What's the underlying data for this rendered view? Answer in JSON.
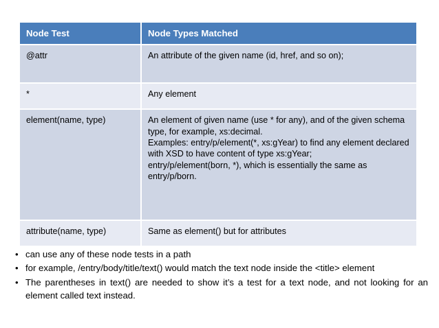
{
  "slide": {
    "bullet_glyph": "•"
  },
  "table": {
    "headers": [
      "Node Test",
      "Node Types Matched"
    ],
    "rows": [
      {
        "node_test": "@attr",
        "node_types_matched": [
          "An attribute of the given name (id, href, and so on);"
        ]
      },
      {
        "node_test": "*",
        "node_types_matched": [
          "Any element"
        ]
      },
      {
        "node_test": "element(name, type)",
        "node_types_matched": [
          "An element of given name (use * for any), and of the given schema type, for example, xs:decimal.",
          "Examples: entry/p/element(*, xs:gYear) to find any element declared with XSD to have content of type xs:gYear;",
          "entry/p/element(born, *), which is essentially the same as entry/p/born."
        ]
      },
      {
        "node_test": "attribute(name, type)",
        "node_types_matched": [
          "Same as element() but for attributes"
        ]
      }
    ]
  },
  "notes": {
    "bullets": [
      "can use any of these node tests in a path",
      "for example, /entry/body/title/text() would match the text node inside the <title> element",
      "The parentheses in text() are needed to show it’s a test for a text node, and not looking for an element called text instead."
    ]
  },
  "colors": {
    "header_blue": "#4a7ebb",
    "band_dark": "#ced5e4",
    "band_light": "#e7eaf3",
    "page_background": "#ffffff",
    "text": "#000000",
    "header_text": "#ffffff"
  }
}
